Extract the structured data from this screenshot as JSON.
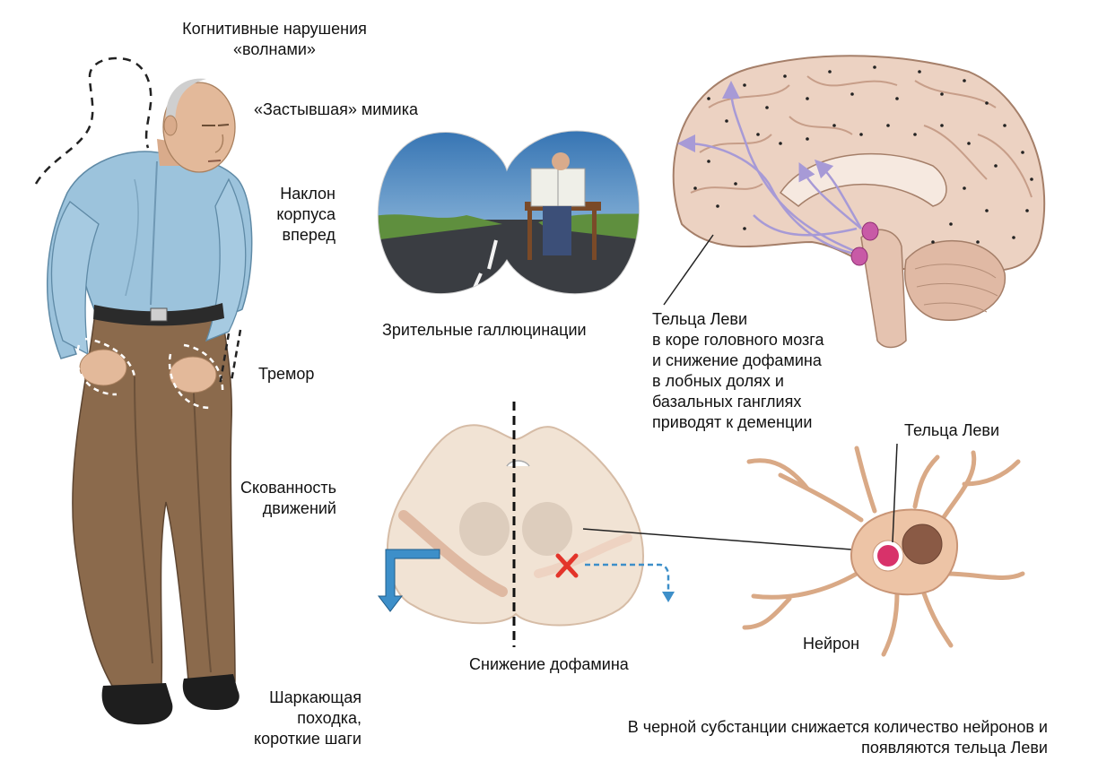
{
  "labels": {
    "cognitive": [
      "Когнитивные нарушения",
      "«волнами»"
    ],
    "facial": "«Застывшая» мимика",
    "posture": [
      "Наклон",
      "корпуса",
      "вперед"
    ],
    "tremor": "Тремор",
    "rigidity": [
      "Скованность",
      "движений"
    ],
    "gait": [
      "Шаркающая",
      "походка,",
      "короткие шаги"
    ],
    "hallucinations": "Зрительные галлюцинации",
    "lewy_cortex": [
      "Тельца Леви",
      "в коре головного мозга",
      "и снижение дофамина",
      "в лобных долях и",
      "базальных ганглиях",
      "приводят к деменции"
    ],
    "lewy_body": "Тельца Леви",
    "neuron": "Нейрон",
    "dopamine_decrease": "Снижение дофамина",
    "substantia": [
      "В черной субстанции снижается количество нейронов и",
      "появляются тельца Леви"
    ]
  },
  "colors": {
    "shirt": "#9cc3dc",
    "trousers": "#8b6a4c",
    "skin": "#e3b99a",
    "brain": "#ecd2c2",
    "arrow_blue": "#3d8fc9",
    "cross_red": "#e3342a",
    "lewy_pink": "#d8326a"
  }
}
